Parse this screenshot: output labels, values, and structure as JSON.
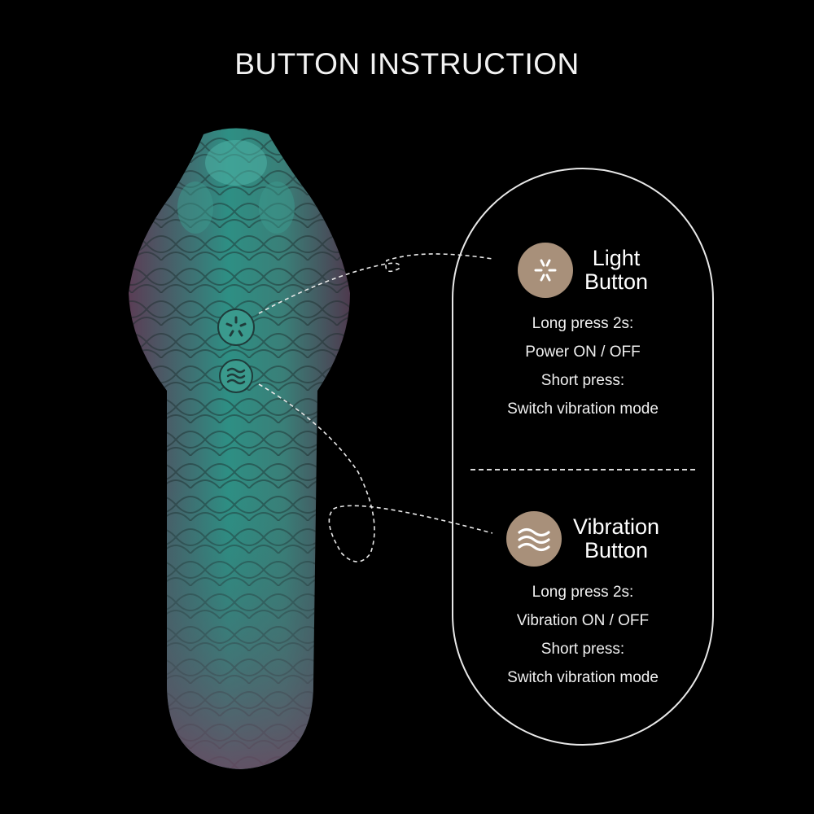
{
  "title": "BUTTON INSTRUCTION",
  "colors": {
    "background": "#000000",
    "badge": "#a8907a",
    "outline": "#e8e8e8",
    "product_green": "#2e8f84",
    "product_purple": "#6a4860"
  },
  "light_button": {
    "icon": "light-burst-icon",
    "heading_line1": "Light",
    "heading_line2": "Button",
    "lines": [
      "Long press 2s:",
      "Power ON / OFF",
      "Short press:",
      "Switch vibration mode"
    ]
  },
  "vibration_button": {
    "icon": "vibration-waves-icon",
    "heading_line1": "Vibration",
    "heading_line2": "Button",
    "lines": [
      "Long press 2s:",
      "Vibration ON / OFF",
      "Short press:",
      "Switch vibration mode"
    ]
  }
}
